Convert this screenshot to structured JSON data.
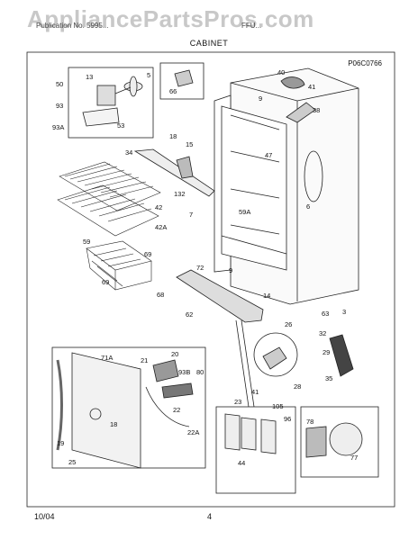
{
  "header": {
    "watermark": "AppliancePartsPros.com",
    "publication_text": "Publication No. 5995...",
    "model_text": "FFU...",
    "title": "CABINET",
    "figure_code": "P06C0766"
  },
  "footer": {
    "date": "10/04",
    "page_number": "4"
  },
  "part_labels": [
    {
      "id": "p50",
      "text": "50"
    },
    {
      "id": "p13",
      "text": "13"
    },
    {
      "id": "p5",
      "text": "5"
    },
    {
      "id": "p93",
      "text": "93"
    },
    {
      "id": "p53",
      "text": "53"
    },
    {
      "id": "p93a",
      "text": "93A"
    },
    {
      "id": "p66",
      "text": "66"
    },
    {
      "id": "p40",
      "text": "40"
    },
    {
      "id": "p41a",
      "text": "41"
    },
    {
      "id": "p38",
      "text": "38"
    },
    {
      "id": "p9a",
      "text": "9"
    },
    {
      "id": "p34",
      "text": "34"
    },
    {
      "id": "p18a",
      "text": "18"
    },
    {
      "id": "p15",
      "text": "15"
    },
    {
      "id": "p47",
      "text": "47"
    },
    {
      "id": "p132",
      "text": "132"
    },
    {
      "id": "p42",
      "text": "42"
    },
    {
      "id": "p42a",
      "text": "42A"
    },
    {
      "id": "p7",
      "text": "7"
    },
    {
      "id": "p59a",
      "text": "59A"
    },
    {
      "id": "p6",
      "text": "6"
    },
    {
      "id": "p59",
      "text": "59"
    },
    {
      "id": "p69a",
      "text": "69"
    },
    {
      "id": "p72",
      "text": "72"
    },
    {
      "id": "p9b",
      "text": "9"
    },
    {
      "id": "p69b",
      "text": "69"
    },
    {
      "id": "p68",
      "text": "68"
    },
    {
      "id": "p14",
      "text": "14"
    },
    {
      "id": "p62",
      "text": "62"
    },
    {
      "id": "p63",
      "text": "63"
    },
    {
      "id": "p3",
      "text": "3"
    },
    {
      "id": "p26",
      "text": "26"
    },
    {
      "id": "p32",
      "text": "32"
    },
    {
      "id": "p29",
      "text": "29"
    },
    {
      "id": "p35",
      "text": "35"
    },
    {
      "id": "p41b",
      "text": "41"
    },
    {
      "id": "p28",
      "text": "28"
    },
    {
      "id": "p71a",
      "text": "71A"
    },
    {
      "id": "p20",
      "text": "20"
    },
    {
      "id": "p21",
      "text": "21"
    },
    {
      "id": "p93b",
      "text": "93B"
    },
    {
      "id": "p80",
      "text": "80"
    },
    {
      "id": "p22",
      "text": "22"
    },
    {
      "id": "p22a",
      "text": "22A"
    },
    {
      "id": "p18b",
      "text": "18"
    },
    {
      "id": "p19",
      "text": "19"
    },
    {
      "id": "p25",
      "text": "25"
    },
    {
      "id": "p23",
      "text": "23"
    },
    {
      "id": "p105",
      "text": "105"
    },
    {
      "id": "p96",
      "text": "96"
    },
    {
      "id": "p44",
      "text": "44"
    },
    {
      "id": "p78",
      "text": "78"
    },
    {
      "id": "p77",
      "text": "77"
    }
  ]
}
